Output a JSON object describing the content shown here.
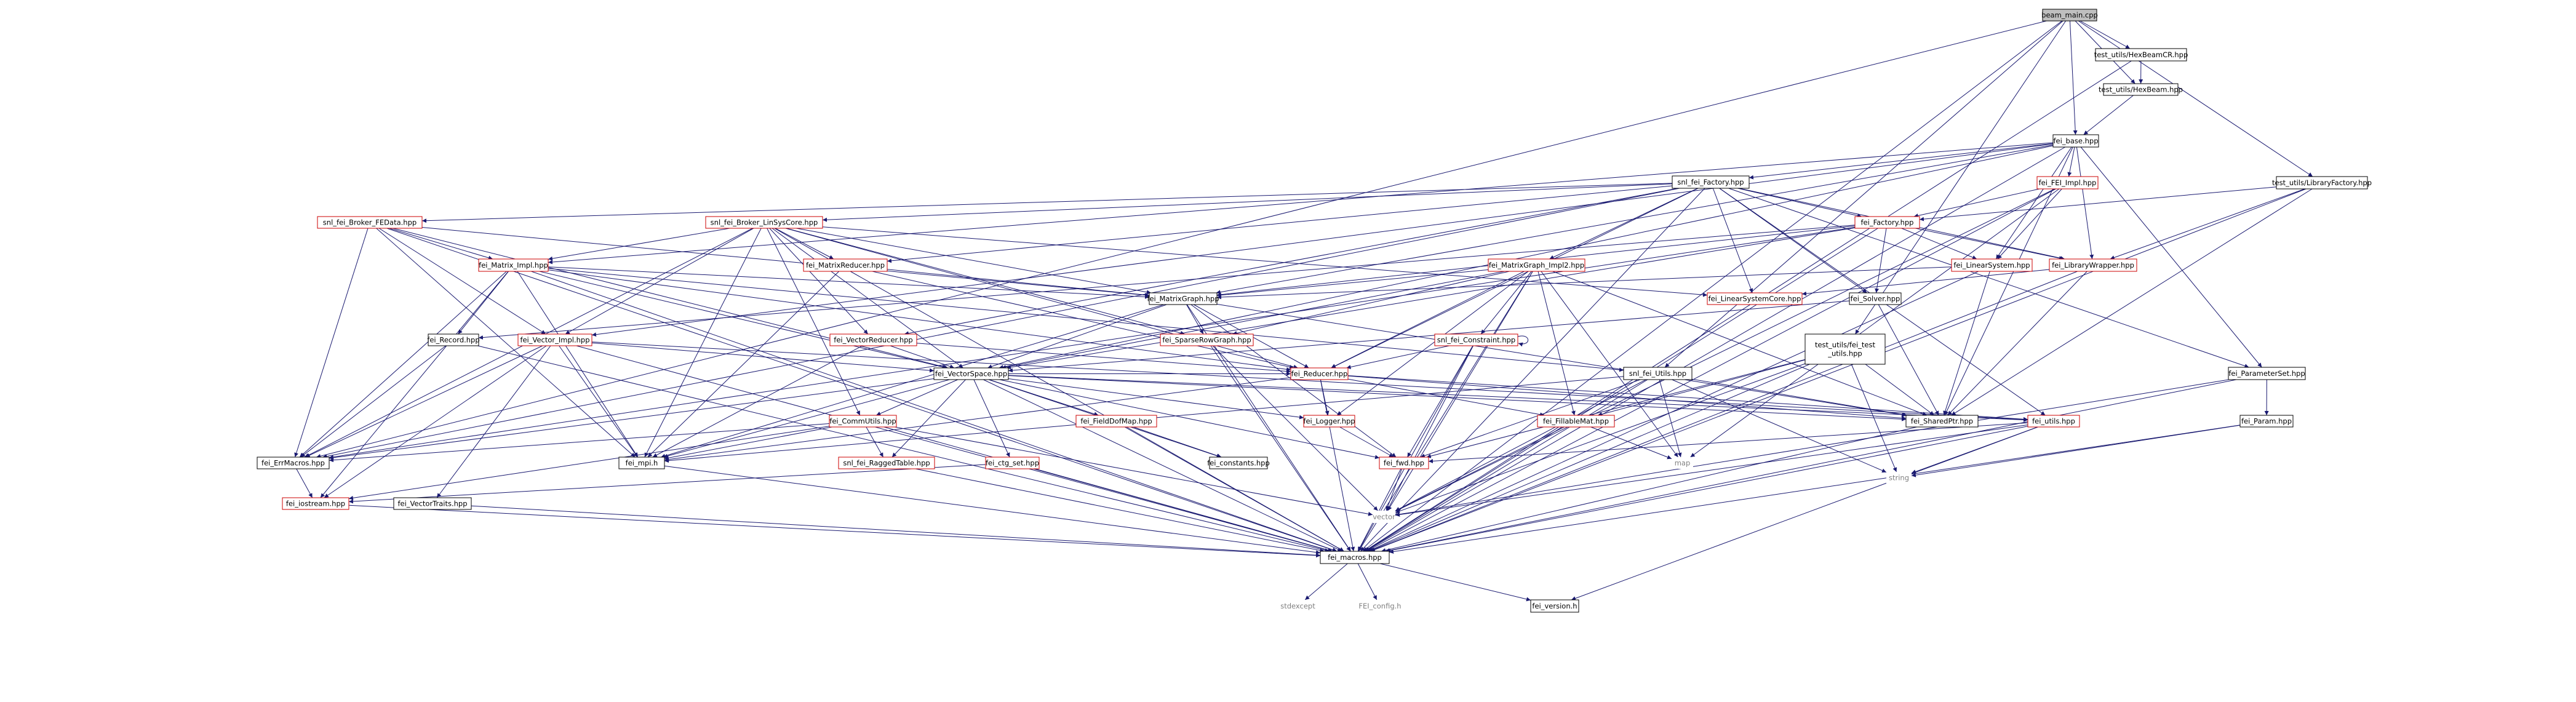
{
  "graph": {
    "colors": {
      "edge": "#191970",
      "label": "#000000",
      "label_linked_red": "#cc0000",
      "label_grey": "#808080",
      "box_border": "#000000",
      "box_border_red": "#cc0000",
      "root_fill": "#bfbfbf",
      "box_fill": "#ffffff"
    },
    "nodes": [
      {
        "id": "beam_main_cpp",
        "label": "beam_main.cpp",
        "style": "root"
      },
      {
        "id": "hexbeamcr",
        "label": "test_utils/HexBeamCR.hpp",
        "style": "black"
      },
      {
        "id": "hexbeam",
        "label": "test_utils/HexBeam.hpp",
        "style": "black"
      },
      {
        "id": "fei_base",
        "label": "fei_base.hpp",
        "style": "black"
      },
      {
        "id": "libfactory",
        "label": "test_utils/LibraryFactory.hpp",
        "style": "black"
      },
      {
        "id": "snl_factory",
        "label": "snl_fei_Factory.hpp",
        "style": "black"
      },
      {
        "id": "fei_fei_impl",
        "label": "fei_FEI_Impl.hpp",
        "style": "red"
      },
      {
        "id": "broker_fedata",
        "label": "snl_fei_Broker_FEData.hpp",
        "style": "red"
      },
      {
        "id": "broker_linsys",
        "label": "snl_fei_Broker_LinSysCore.hpp",
        "style": "red"
      },
      {
        "id": "fei_factory",
        "label": "fei_Factory.hpp",
        "style": "red"
      },
      {
        "id": "matrix_impl",
        "label": "fei_Matrix_Impl.hpp",
        "style": "red"
      },
      {
        "id": "matrixreducer",
        "label": "fei_MatrixReducer.hpp",
        "style": "red"
      },
      {
        "id": "matrixgraph_impl2",
        "label": "fei_MatrixGraph_Impl2.hpp",
        "style": "red"
      },
      {
        "id": "linearsystem",
        "label": "fei_LinearSystem.hpp",
        "style": "red"
      },
      {
        "id": "librarywrapper",
        "label": "fei_LibraryWrapper.hpp",
        "style": "red"
      },
      {
        "id": "matrixgraph",
        "label": "fei_MatrixGraph.hpp",
        "style": "black"
      },
      {
        "id": "linsyscore",
        "label": "fei_LinearSystemCore.hpp",
        "style": "red"
      },
      {
        "id": "solver",
        "label": "fei_Solver.hpp",
        "style": "black"
      },
      {
        "id": "record",
        "label": "fei_Record.hpp",
        "style": "black"
      },
      {
        "id": "vector_impl",
        "label": "fei_Vector_Impl.hpp",
        "style": "red"
      },
      {
        "id": "vectorreducer",
        "label": "fei_VectorReducer.hpp",
        "style": "red"
      },
      {
        "id": "sparserowgraph",
        "label": "fei_SparseRowGraph.hpp",
        "style": "red"
      },
      {
        "id": "snl_constraint",
        "label": "snl_fei_Constraint.hpp",
        "style": "red"
      },
      {
        "id": "test_fei_utils",
        "label": "test_utils/fei_test_utils.hpp",
        "style": "black",
        "multiline": true
      },
      {
        "id": "snl_utils",
        "label": "snl_fei_Utils.hpp",
        "style": "black"
      },
      {
        "id": "parameterset",
        "label": "fei_ParameterSet.hpp",
        "style": "black"
      },
      {
        "id": "vectorspace",
        "label": "fei_VectorSpace.hpp",
        "style": "black"
      },
      {
        "id": "reducer",
        "label": "fei_Reducer.hpp",
        "style": "red"
      },
      {
        "id": "commutils",
        "label": "fei_CommUtils.hpp",
        "style": "red"
      },
      {
        "id": "fielddofmap",
        "label": "fei_FieldDofMap.hpp",
        "style": "red"
      },
      {
        "id": "logger",
        "label": "fei_Logger.hpp",
        "style": "red"
      },
      {
        "id": "fillablemat",
        "label": "fei_FillableMat.hpp",
        "style": "red"
      },
      {
        "id": "sharedptr",
        "label": "fei_SharedPtr.hpp",
        "style": "black"
      },
      {
        "id": "utils",
        "label": "fei_utils.hpp",
        "style": "red"
      },
      {
        "id": "param",
        "label": "fei_Param.hpp",
        "style": "black"
      },
      {
        "id": "errmacros",
        "label": "fei_ErrMacros.hpp",
        "style": "black"
      },
      {
        "id": "mpi",
        "label": "fei_mpi.h",
        "style": "black"
      },
      {
        "id": "raggedtable",
        "label": "snl_fei_RaggedTable.hpp",
        "style": "red"
      },
      {
        "id": "constants",
        "label": "fei_constants.hpp",
        "style": "black"
      },
      {
        "id": "ctg_set",
        "label": "fei_ctg_set.hpp",
        "style": "red"
      },
      {
        "id": "fwd",
        "label": "fei_fwd.hpp",
        "style": "red"
      },
      {
        "id": "map",
        "label": "map",
        "style": "grey"
      },
      {
        "id": "string",
        "label": "string",
        "style": "grey"
      },
      {
        "id": "iostream",
        "label": "fei_iostream.hpp",
        "style": "red"
      },
      {
        "id": "vectortraits",
        "label": "fei_VectorTraits.hpp",
        "style": "black"
      },
      {
        "id": "vector",
        "label": "vector",
        "style": "grey"
      },
      {
        "id": "macros",
        "label": "fei_macros.hpp",
        "style": "black"
      },
      {
        "id": "stdexcept",
        "label": "stdexcept",
        "style": "grey"
      },
      {
        "id": "fei_config",
        "label": "FEI_config.h",
        "style": "grey"
      },
      {
        "id": "version",
        "label": "fei_version.h",
        "style": "black"
      }
    ],
    "edges": [
      [
        "beam_main_cpp",
        "hexbeamcr"
      ],
      [
        "beam_main_cpp",
        "hexbeam"
      ],
      [
        "beam_main_cpp",
        "fei_base"
      ],
      [
        "beam_main_cpp",
        "libfactory"
      ],
      [
        "beam_main_cpp",
        "errmacros"
      ],
      [
        "beam_main_cpp",
        "snl_utils"
      ],
      [
        "beam_main_cpp",
        "test_fei_utils"
      ],
      [
        "beam_main_cpp",
        "macros"
      ],
      [
        "hexbeamcr",
        "hexbeam"
      ],
      [
        "hexbeamcr",
        "macros"
      ],
      [
        "hexbeam",
        "fei_base"
      ],
      [
        "fei_base",
        "snl_factory"
      ],
      [
        "fei_base",
        "fei_fei_impl"
      ],
      [
        "fei_base",
        "matrix_impl"
      ],
      [
        "fei_base",
        "vector_impl"
      ],
      [
        "fei_base",
        "linearsystem"
      ],
      [
        "fei_base",
        "matrixgraph"
      ],
      [
        "fei_base",
        "macros"
      ],
      [
        "fei_base",
        "sharedptr"
      ],
      [
        "fei_base",
        "parameterset"
      ],
      [
        "fei_base",
        "vectorspace"
      ],
      [
        "fei_base",
        "librarywrapper"
      ],
      [
        "libfactory",
        "librarywrapper"
      ],
      [
        "libfactory",
        "fei_factory"
      ],
      [
        "libfactory",
        "sharedptr"
      ],
      [
        "libfactory",
        "macros"
      ],
      [
        "snl_factory",
        "broker_fedata"
      ],
      [
        "snl_factory",
        "broker_linsys"
      ],
      [
        "snl_factory",
        "fei_factory"
      ],
      [
        "snl_factory",
        "matrixreducer"
      ],
      [
        "snl_factory",
        "matrixgraph_impl2"
      ],
      [
        "snl_factory",
        "vectorreducer"
      ],
      [
        "snl_factory",
        "linsyscore"
      ],
      [
        "snl_factory",
        "solver"
      ],
      [
        "snl_factory",
        "reducer"
      ],
      [
        "snl_factory",
        "librarywrapper"
      ],
      [
        "snl_factory",
        "errmacros"
      ],
      [
        "snl_factory",
        "utils"
      ],
      [
        "snl_factory",
        "macros"
      ],
      [
        "snl_factory",
        "parameterset"
      ],
      [
        "fei_fei_impl",
        "fei_factory"
      ],
      [
        "fei_fei_impl",
        "linearsystem"
      ],
      [
        "fei_fei_impl",
        "map"
      ],
      [
        "fei_fei_impl",
        "vector"
      ],
      [
        "fei_fei_impl",
        "macros"
      ],
      [
        "broker_fedata",
        "matrix_impl"
      ],
      [
        "broker_fedata",
        "vector_impl"
      ],
      [
        "broker_fedata",
        "errmacros"
      ],
      [
        "broker_fedata",
        "mpi"
      ],
      [
        "broker_fedata",
        "matrixgraph"
      ],
      [
        "broker_fedata",
        "macros"
      ],
      [
        "broker_fedata",
        "vectorspace"
      ],
      [
        "broker_linsys",
        "matrix_impl"
      ],
      [
        "broker_linsys",
        "matrixreducer"
      ],
      [
        "broker_linsys",
        "vectorreducer"
      ],
      [
        "broker_linsys",
        "linsyscore"
      ],
      [
        "broker_linsys",
        "matrixgraph"
      ],
      [
        "broker_linsys",
        "vectorspace"
      ],
      [
        "broker_linsys",
        "sparserowgraph"
      ],
      [
        "broker_linsys",
        "commutils"
      ],
      [
        "broker_linsys",
        "reducer"
      ],
      [
        "broker_linsys",
        "errmacros"
      ],
      [
        "broker_linsys",
        "mpi"
      ],
      [
        "broker_linsys",
        "vector_impl"
      ],
      [
        "broker_linsys",
        "macros"
      ],
      [
        "fei_factory",
        "linearsystem"
      ],
      [
        "fei_factory",
        "librarywrapper"
      ],
      [
        "fei_factory",
        "matrixgraph"
      ],
      [
        "fei_factory",
        "solver"
      ],
      [
        "fei_factory",
        "vectorspace"
      ],
      [
        "fei_factory",
        "record"
      ],
      [
        "fei_factory",
        "errmacros"
      ],
      [
        "fei_factory",
        "macros"
      ],
      [
        "matrix_impl",
        "matrixgraph"
      ],
      [
        "matrix_impl",
        "record"
      ],
      [
        "matrix_impl",
        "vectorspace"
      ],
      [
        "matrix_impl",
        "snl_utils"
      ],
      [
        "matrix_impl",
        "errmacros"
      ],
      [
        "matrix_impl",
        "mpi"
      ],
      [
        "matrix_impl",
        "iostream"
      ],
      [
        "matrix_impl",
        "macros"
      ],
      [
        "matrix_impl",
        "reducer"
      ],
      [
        "matrixreducer",
        "matrixgraph"
      ],
      [
        "matrixreducer",
        "reducer"
      ],
      [
        "matrixreducer",
        "mpi"
      ],
      [
        "matrixgraph_impl2",
        "matrixgraph"
      ],
      [
        "matrixgraph_impl2",
        "snl_constraint"
      ],
      [
        "matrixgraph_impl2",
        "sparserowgraph"
      ],
      [
        "matrixgraph_impl2",
        "vectorspace"
      ],
      [
        "matrixgraph_impl2",
        "reducer"
      ],
      [
        "matrixgraph_impl2",
        "logger"
      ],
      [
        "matrixgraph_impl2",
        "fillablemat"
      ],
      [
        "matrixgraph_impl2",
        "sharedptr"
      ],
      [
        "matrixgraph_impl2",
        "map"
      ],
      [
        "matrixgraph_impl2",
        "vector"
      ],
      [
        "matrixgraph_impl2",
        "macros"
      ],
      [
        "linearsystem",
        "matrixgraph"
      ],
      [
        "linearsystem",
        "sharedptr"
      ],
      [
        "linearsystem",
        "macros"
      ],
      [
        "librarywrapper",
        "linsyscore"
      ],
      [
        "librarywrapper",
        "sharedptr"
      ],
      [
        "librarywrapper",
        "macros"
      ],
      [
        "matrixgraph",
        "vectorspace"
      ],
      [
        "matrixgraph",
        "sparserowgraph"
      ],
      [
        "matrixgraph",
        "reducer"
      ],
      [
        "matrixgraph",
        "sharedptr"
      ],
      [
        "matrixgraph",
        "mpi"
      ],
      [
        "matrixgraph",
        "macros"
      ],
      [
        "matrixgraph",
        "fwd"
      ],
      [
        "solver",
        "sharedptr"
      ],
      [
        "solver",
        "vectorspace"
      ],
      [
        "record",
        "errmacros"
      ],
      [
        "record",
        "macros"
      ],
      [
        "vector_impl",
        "vectorspace"
      ],
      [
        "vector_impl",
        "vectortraits"
      ],
      [
        "vector_impl",
        "errmacros"
      ],
      [
        "vector_impl",
        "mpi"
      ],
      [
        "vector_impl",
        "iostream"
      ],
      [
        "vector_impl",
        "macros"
      ],
      [
        "vector_impl",
        "utils"
      ],
      [
        "vectorreducer",
        "vectorspace"
      ],
      [
        "vectorreducer",
        "reducer"
      ],
      [
        "vectorreducer",
        "mpi"
      ],
      [
        "sparserowgraph",
        "vector"
      ],
      [
        "sparserowgraph",
        "macros"
      ],
      [
        "snl_constraint",
        "snl_constraint"
      ],
      [
        "snl_constraint",
        "vector"
      ],
      [
        "snl_constraint",
        "fwd"
      ],
      [
        "snl_constraint",
        "reducer"
      ],
      [
        "snl_constraint",
        "macros"
      ],
      [
        "test_fei_utils",
        "sharedptr"
      ],
      [
        "test_fei_utils",
        "string"
      ],
      [
        "test_fei_utils",
        "vector"
      ],
      [
        "test_fei_utils",
        "fillablemat"
      ],
      [
        "test_fei_utils",
        "fwd"
      ],
      [
        "test_fei_utils",
        "macros"
      ],
      [
        "snl_utils",
        "sharedptr"
      ],
      [
        "snl_utils",
        "map"
      ],
      [
        "snl_utils",
        "vector"
      ],
      [
        "snl_utils",
        "string"
      ],
      [
        "snl_utils",
        "fwd"
      ],
      [
        "snl_utils",
        "mpi"
      ],
      [
        "snl_utils",
        "macros"
      ],
      [
        "parameterset",
        "param"
      ],
      [
        "parameterset",
        "vector"
      ],
      [
        "parameterset",
        "macros"
      ],
      [
        "param",
        "string"
      ],
      [
        "param",
        "macros"
      ],
      [
        "vectorspace",
        "reducer"
      ],
      [
        "vectorspace",
        "commutils"
      ],
      [
        "vectorspace",
        "fielddofmap"
      ],
      [
        "vectorspace",
        "logger"
      ],
      [
        "vectorspace",
        "sharedptr"
      ],
      [
        "vectorspace",
        "raggedtable"
      ],
      [
        "vectorspace",
        "constants"
      ],
      [
        "vectorspace",
        "ctg_set"
      ],
      [
        "vectorspace",
        "utils"
      ],
      [
        "vectorspace",
        "fwd"
      ],
      [
        "vectorspace",
        "errmacros"
      ],
      [
        "vectorspace",
        "mpi"
      ],
      [
        "vectorspace",
        "macros"
      ],
      [
        "reducer",
        "logger"
      ],
      [
        "reducer",
        "fillablemat"
      ],
      [
        "reducer",
        "sharedptr"
      ],
      [
        "reducer",
        "utils"
      ],
      [
        "reducer",
        "mpi"
      ],
      [
        "reducer",
        "macros"
      ],
      [
        "commutils",
        "mpi"
      ],
      [
        "commutils",
        "errmacros"
      ],
      [
        "commutils",
        "raggedtable"
      ],
      [
        "commutils",
        "iostream"
      ],
      [
        "commutils",
        "vector"
      ],
      [
        "commutils",
        "macros"
      ],
      [
        "fielddofmap",
        "constants"
      ],
      [
        "fielddofmap",
        "macros"
      ],
      [
        "logger",
        "fwd"
      ],
      [
        "fillablemat",
        "map"
      ],
      [
        "fillablemat",
        "vector"
      ],
      [
        "sharedptr",
        "macros"
      ],
      [
        "utils",
        "fwd"
      ],
      [
        "utils",
        "vector"
      ],
      [
        "utils",
        "string"
      ],
      [
        "utils",
        "version"
      ],
      [
        "utils",
        "macros"
      ],
      [
        "errmacros",
        "iostream"
      ],
      [
        "mpi",
        "macros"
      ],
      [
        "raggedtable",
        "macros"
      ],
      [
        "ctg_set",
        "iostream"
      ],
      [
        "ctg_set",
        "macros"
      ],
      [
        "fwd",
        "vector"
      ],
      [
        "fwd",
        "macros"
      ],
      [
        "iostream",
        "macros"
      ],
      [
        "vectortraits",
        "macros"
      ],
      [
        "macros",
        "stdexcept"
      ],
      [
        "macros",
        "fei_config"
      ],
      [
        "macros",
        "version"
      ]
    ]
  }
}
